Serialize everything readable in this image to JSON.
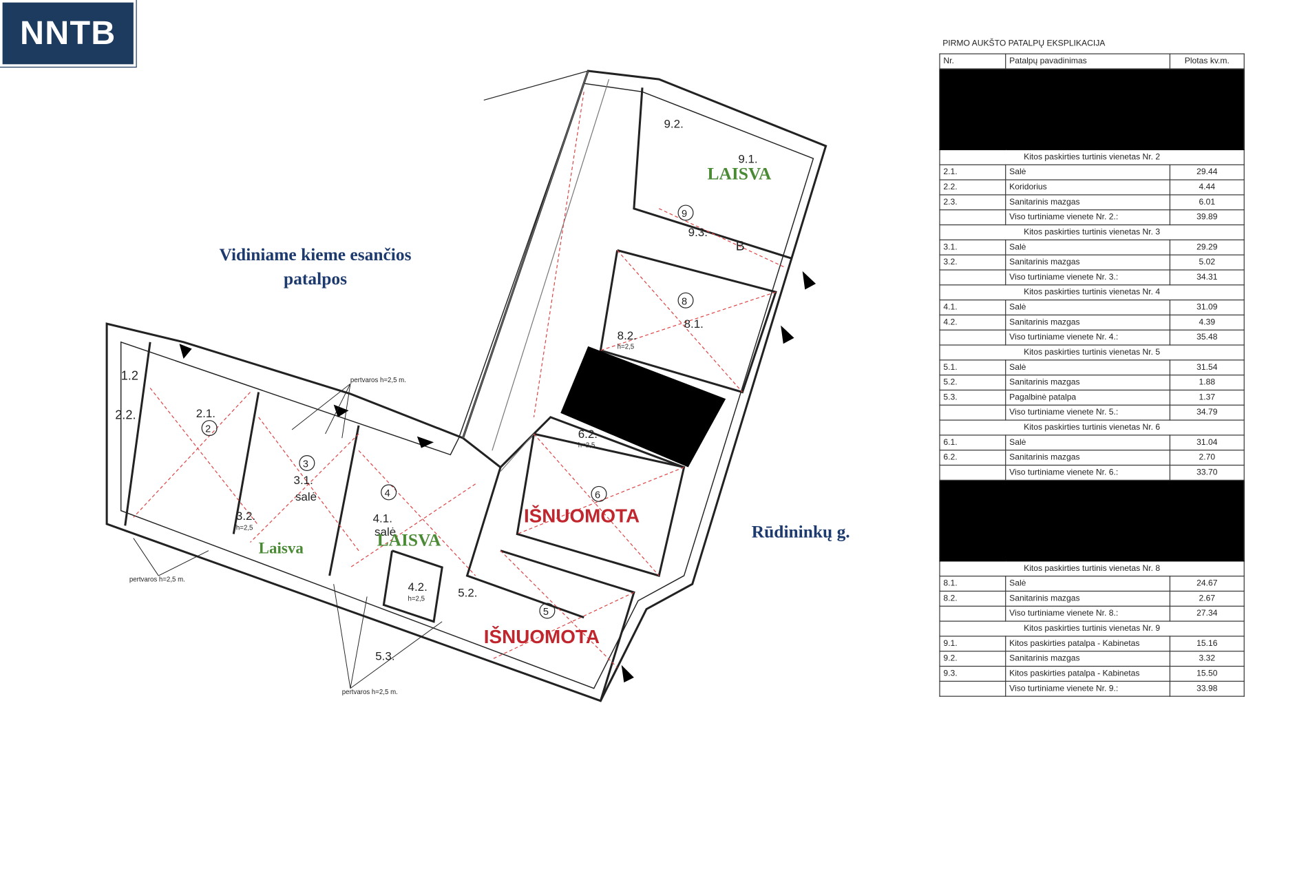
{
  "logo": {
    "text": "NNTB",
    "color": "#1d3a5f"
  },
  "labels": {
    "courtyard_line1": "Vidiniame kieme esančios",
    "courtyard_line2": "patalpos",
    "street": "Rūdininkų g."
  },
  "plan": {
    "status": {
      "free_upper": "LAISVA",
      "free_lower": "Laisva",
      "rented": "IŠNUOMOTA",
      "free_color": "#4a8a35",
      "rented_color": "#c0262d"
    },
    "rooms": {
      "r92": "9.2.",
      "r91": "9.1.",
      "u9": "9",
      "r93": "9.3.",
      "b": "B",
      "u8": "8",
      "r81": "8.1.",
      "r82": "8.2.",
      "h": "h=2,5",
      "r62": "6.2.",
      "u6": "6",
      "r12": "1.2",
      "r22": "2.2.",
      "r21": "2.1.",
      "u2": "2",
      "u3": "3",
      "r31": "3.1.",
      "sale": "salė",
      "r32": "3.2.",
      "u4": "4",
      "r41": "4.1.",
      "r42": "4.2.",
      "r52": "5.2.",
      "u5": "5",
      "r53": "5.3."
    },
    "partition_note": "pertvaros h=2,5 m."
  },
  "table": {
    "title": "PIRMO AUKŠTO PATALPŲ EKSPLIKACIJA",
    "headers": [
      "Nr.",
      "Patalpų pavadinimas",
      "Plotas kv.m."
    ],
    "groups": [
      {
        "title": "Kitos paskirties turtinis vienetas Nr. 2",
        "rows": [
          [
            "2.1.",
            "Salė",
            "29.44"
          ],
          [
            "2.2.",
            "Koridorius",
            "4.44"
          ],
          [
            "2.3.",
            "Sanitarinis mazgas",
            "6.01"
          ],
          [
            "",
            "Viso turtiniame vienete Nr. 2.:",
            "39.89"
          ]
        ]
      },
      {
        "title": "Kitos paskirties turtinis vienetas Nr. 3",
        "rows": [
          [
            "3.1.",
            "Salė",
            "29.29"
          ],
          [
            "3.2.",
            "Sanitarinis mazgas",
            "5.02"
          ],
          [
            "",
            "Viso turtiniame vienete Nr. 3.:",
            "34.31"
          ]
        ]
      },
      {
        "title": "Kitos paskirties turtinis vienetas Nr. 4",
        "rows": [
          [
            "4.1.",
            "Salė",
            "31.09"
          ],
          [
            "4.2.",
            "Sanitarinis mazgas",
            "4.39"
          ],
          [
            "",
            "Viso turtiniame vienete Nr. 4.:",
            "35.48"
          ]
        ]
      },
      {
        "title": "Kitos paskirties turtinis vienetas Nr. 5",
        "rows": [
          [
            "5.1.",
            "Salė",
            "31.54"
          ],
          [
            "5.2.",
            "Sanitarinis mazgas",
            "1.88"
          ],
          [
            "5.3.",
            "Pagalbinė patalpa",
            "1.37"
          ],
          [
            "",
            "Viso turtiniame vienete Nr. 5.:",
            "34.79"
          ]
        ]
      },
      {
        "title": "Kitos paskirties turtinis vienetas Nr. 6",
        "rows": [
          [
            "6.1.",
            "Salė",
            "31.04"
          ],
          [
            "6.2.",
            "Sanitarinis mazgas",
            "2.70"
          ],
          [
            "",
            "Viso turtiniame vienete Nr. 6.:",
            "33.70"
          ]
        ]
      },
      {
        "title": "Kitos paskirties turtinis vienetas Nr. 8",
        "rows": [
          [
            "8.1.",
            "Salė",
            "24.67"
          ],
          [
            "8.2.",
            "Sanitarinis mazgas",
            "2.67"
          ],
          [
            "",
            "Viso turtiniame vienete Nr. 8.:",
            "27.34"
          ]
        ]
      },
      {
        "title": "Kitos paskirties turtinis vienetas Nr. 9",
        "rows": [
          [
            "9.1.",
            "Kitos paskirties patalpa - Kabinetas",
            "15.16"
          ],
          [
            "9.2.",
            "Sanitarinis mazgas",
            "3.32"
          ],
          [
            "9.3.",
            "Kitos paskirties patalpa - Kabinetas",
            "15.50"
          ],
          [
            "",
            "Viso turtiniame vienete Nr. 9.:",
            "33.98"
          ]
        ]
      }
    ]
  }
}
